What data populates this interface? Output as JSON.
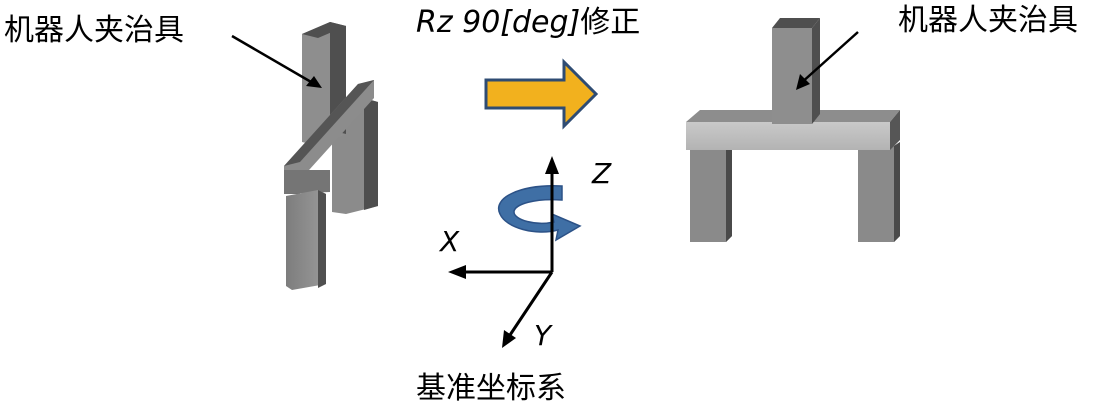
{
  "left_fixture": {
    "label": "机器人夹治具"
  },
  "right_fixture": {
    "label": "机器人夹治具"
  },
  "correction": {
    "rz_text": "Rz 90[deg]",
    "suffix": "修正"
  },
  "axes": {
    "x": "X",
    "y": "Y",
    "z": "Z"
  },
  "frame": {
    "label": "基准坐标系"
  },
  "colors": {
    "arrow_fill": "#f2b11e",
    "arrow_stroke": "#2f4c73",
    "rotation_arrow": "#3f6fa5",
    "fixture_dark": "#4a4a4a",
    "fixture_mid": "#8a8a8a",
    "fixture_light": "#b8b8b8"
  },
  "icons": {
    "transform_arrow": "right-arrow-icon",
    "rotation": "rotation-arrow-icon"
  }
}
